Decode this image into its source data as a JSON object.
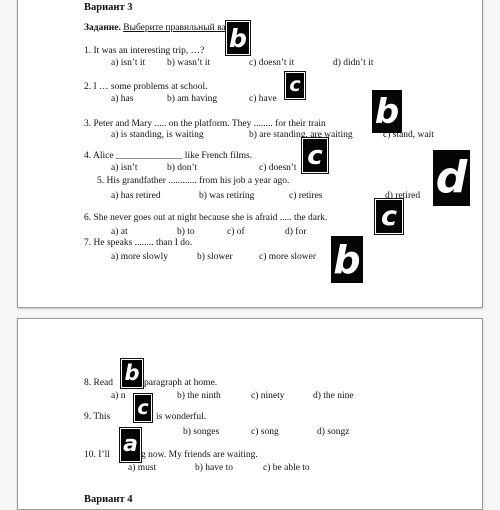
{
  "page1": {
    "title": "Вариант 3",
    "task_label": "Задание.",
    "task_text": "Выберите правильный вариант",
    "questions": [
      {
        "stem": "1. It was an interesting trip, …?",
        "options": [
          "a) isn’t it",
          "b) wasn’t it",
          "c) doesn’t it",
          "d) didn’t it"
        ]
      },
      {
        "stem": "2. I … some problems at school.",
        "options": [
          "a) has",
          "b) am having",
          "c) have"
        ]
      },
      {
        "stem": "3.  Peter and Mary ..... on the platform. They ........ for their train",
        "options": [
          "a) is standing, is waiting",
          "b) are standing, are waiting",
          "c) stand, wait"
        ]
      },
      {
        "stem": "4. Alice ______________ like French films.",
        "options": [
          "a) isn’t",
          "b) don’t",
          "c) doesn’t"
        ]
      },
      {
        "stem": "5.  His grandfather ............ from his job a year ago.",
        "options": [
          "a) has retired",
          "b) was retiring",
          "c) retires",
          "d) retired"
        ]
      },
      {
        "stem": "6. She never goes out at night because she is afraid ..... the dark.",
        "options": [
          "a) at",
          "b) to",
          "c) of",
          "d) for"
        ]
      },
      {
        "stem": "7. He speaks ........ than I do.",
        "options": [
          "a) more slowly",
          "b) slower",
          "c) more slower"
        ]
      }
    ]
  },
  "page2": {
    "questions": [
      {
        "stem_start": "8. Read",
        "stem_end": "paragraph at home.",
        "options": [
          "a) n",
          "b) the ninth",
          "c) ninety",
          "d) the nine"
        ]
      },
      {
        "stem_start": "9. This",
        "stem_end": "is wonderful.",
        "options": [
          "b) songes",
          "c) song",
          "d) songz"
        ]
      },
      {
        "stem_start": "10.  I’ll",
        "stem_end": "g now. My friends are waiting.",
        "options": [
          "a) must",
          "b) have to",
          "c) be able to"
        ]
      }
    ],
    "next_heading": "Вариант 4"
  },
  "answer_labels": {
    "q1": "b",
    "q2": "c",
    "q3": "b",
    "q4": "c",
    "q5": "d",
    "q6": "c",
    "q7": "b",
    "q8": "b",
    "q9": "c",
    "q10": "a"
  }
}
